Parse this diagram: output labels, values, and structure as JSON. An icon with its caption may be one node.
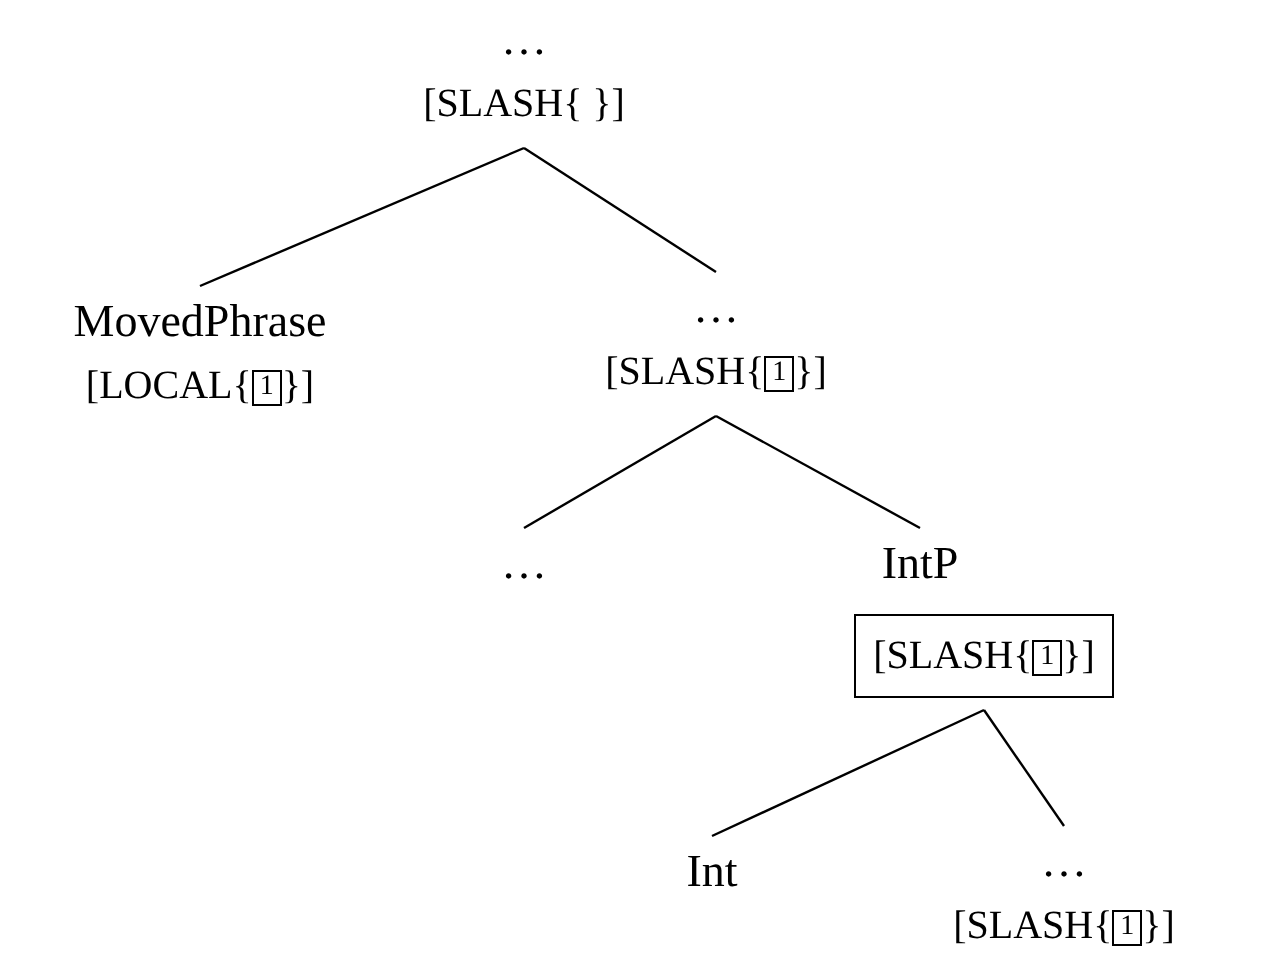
{
  "diagram": {
    "nodes": [
      {
        "text": [
          "…",
          "[SLASH{ }]"
        ]
      },
      {
        "text": [
          "MovedPhrase",
          "[LOCAL{1}]"
        ]
      },
      {
        "text": [
          "…",
          "[SLASH{1}]"
        ]
      },
      {
        "text": [
          "…"
        ]
      },
      {
        "text": [
          "IntP"
        ]
      },
      {
        "text": [
          "[SLASH{1}]"
        ]
      },
      {
        "text": [
          "Int"
        ]
      },
      {
        "text": [
          "…",
          "[SLASH{1}]"
        ]
      }
    ],
    "edges": [
      {
        "from": 0,
        "to": 1,
        "arrow": "none"
      },
      {
        "from": 0,
        "to": 2,
        "arrow": "none"
      },
      {
        "from": 2,
        "to": 3,
        "arrow": "none"
      },
      {
        "from": 2,
        "to": 4,
        "arrow": "none"
      },
      {
        "from": 5,
        "to": 6,
        "arrow": "none"
      },
      {
        "from": 5,
        "to": 7,
        "arrow": "none"
      }
    ]
  }
}
